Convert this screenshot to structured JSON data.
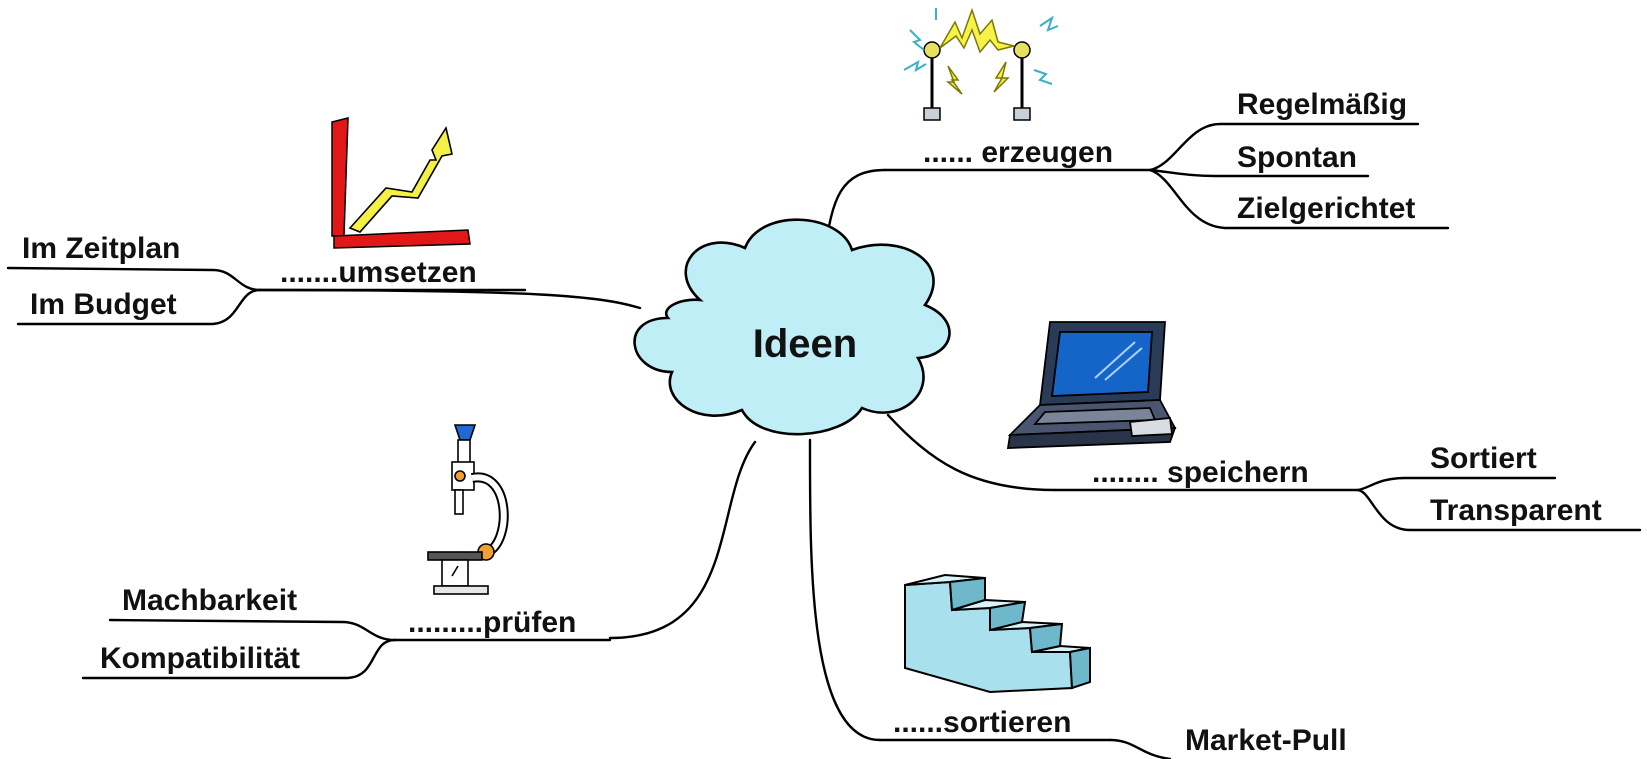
{
  "center": {
    "label": "Ideen",
    "icon": "cloud-icon",
    "fill_color": "#bfeef7"
  },
  "branches": {
    "erzeugen": {
      "label": "...... erzeugen",
      "icon": "lightning-towers-icon",
      "children": [
        "Regelmäßig",
        "Spontan",
        "Zielgerichtet"
      ]
    },
    "umsetzen": {
      "label": ".......umsetzen",
      "icon": "rising-chart-icon",
      "children": [
        "Im Zeitplan",
        "Im Budget"
      ]
    },
    "speichern": {
      "label": "........ speichern",
      "icon": "laptop-icon",
      "children": [
        "Sortiert",
        "Transparent"
      ]
    },
    "pruefen": {
      "label": ".........prüfen",
      "icon": "microscope-icon",
      "children": [
        "Machbarkeit",
        "Kompatibilität"
      ]
    },
    "sortieren": {
      "label": "......sortieren",
      "icon": "stairs-icon",
      "children": [
        "Market-Pull"
      ]
    }
  }
}
